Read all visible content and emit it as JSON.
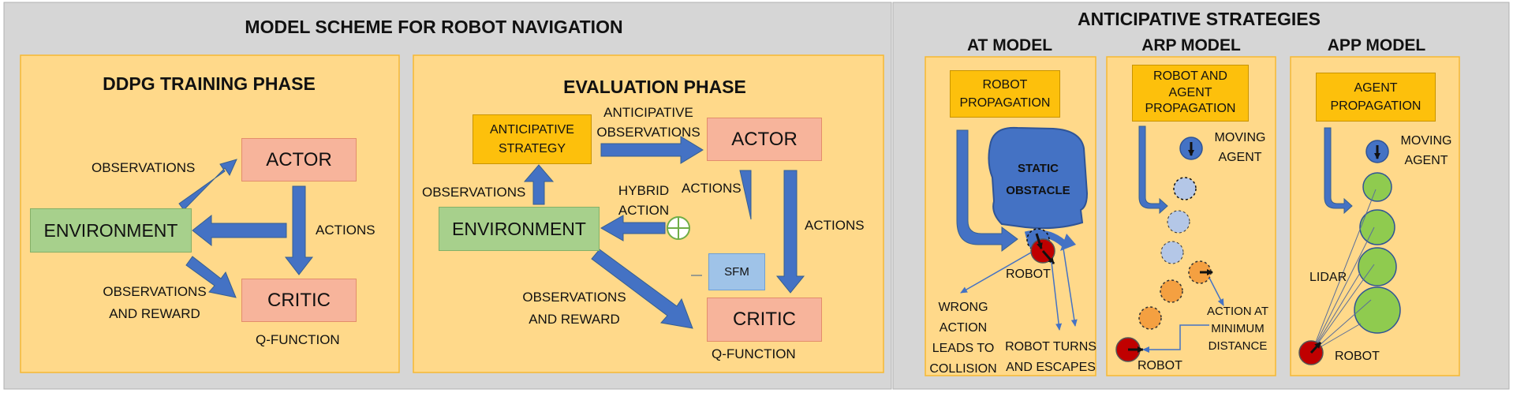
{
  "left_title": "MODEL SCHEME FOR ROBOT NAVIGATION",
  "right_title": "ANTICIPATIVE STRATEGIES",
  "ddpg": {
    "title": "DDPG TRAINING PHASE",
    "actor": "ACTOR",
    "critic": "CRITIC",
    "environment": "ENVIRONMENT",
    "observations": "OBSERVATIONS",
    "actions": "ACTIONS",
    "obs_reward_1": "OBSERVATIONS",
    "obs_reward_2": "AND REWARD",
    "qfunction": "Q-FUNCTION"
  },
  "eval": {
    "title": "EVALUATION PHASE",
    "strategy_1": "ANTICIPATIVE",
    "strategy_2": "STRATEGY",
    "actor": "ACTOR",
    "critic": "CRITIC",
    "environment": "ENVIRONMENT",
    "sfm": "SFM",
    "antobs_1": "ANTICIPATIVE",
    "antobs_2": "OBSERVATIONS",
    "observations": "OBSERVATIONS",
    "actions_small": "ACTIONS",
    "actions_right": "ACTIONS",
    "hybrid_1": "HYBRID",
    "hybrid_2": "ACTION",
    "obs_reward_1": "OBSERVATIONS",
    "obs_reward_2": "AND REWARD",
    "qfunction": "Q-FUNCTION"
  },
  "at": {
    "title": "AT MODEL",
    "box_1": "ROBOT",
    "box_2": "PROPAGATION",
    "obstacle_1": "STATIC",
    "obstacle_2": "OBSTACLE",
    "robot": "ROBOT",
    "wrong": [
      "WRONG",
      "ACTION",
      "LEADS TO",
      "COLLISION"
    ],
    "turns_1": "ROBOT TURNS",
    "turns_2": "AND ESCAPES"
  },
  "arp": {
    "title": "ARP MODEL",
    "box_1": "ROBOT AND",
    "box_2": "AGENT",
    "box_3": "PROPAGATION",
    "moving_1": "MOVING",
    "moving_2": "AGENT",
    "action_min": [
      "ACTION AT",
      "MINIMUM",
      "DISTANCE"
    ],
    "robot": "ROBOT"
  },
  "app": {
    "title": "APP MODEL",
    "box_1": "AGENT",
    "box_2": "PROPAGATION",
    "moving_1": "MOVING",
    "moving_2": "AGENT",
    "lidar": "LIDAR",
    "robot": "ROBOT"
  },
  "colors": {
    "outer_bg": "#d6d6d6",
    "panel_bg": "#ffd98a",
    "panel_border": "#f5b833",
    "arrow_blue": "#4472c4",
    "actor_critic_fill": "#f7b49b",
    "environment_fill": "#a7d08c",
    "strategy_fill": "#fdc00c",
    "sfm_fill": "#9fc3e8",
    "robot_red": "#c00000",
    "agent_green": "#8fcb4f",
    "ghost_blue": "#b4c7e7",
    "ghost_orange": "#f4a041"
  }
}
